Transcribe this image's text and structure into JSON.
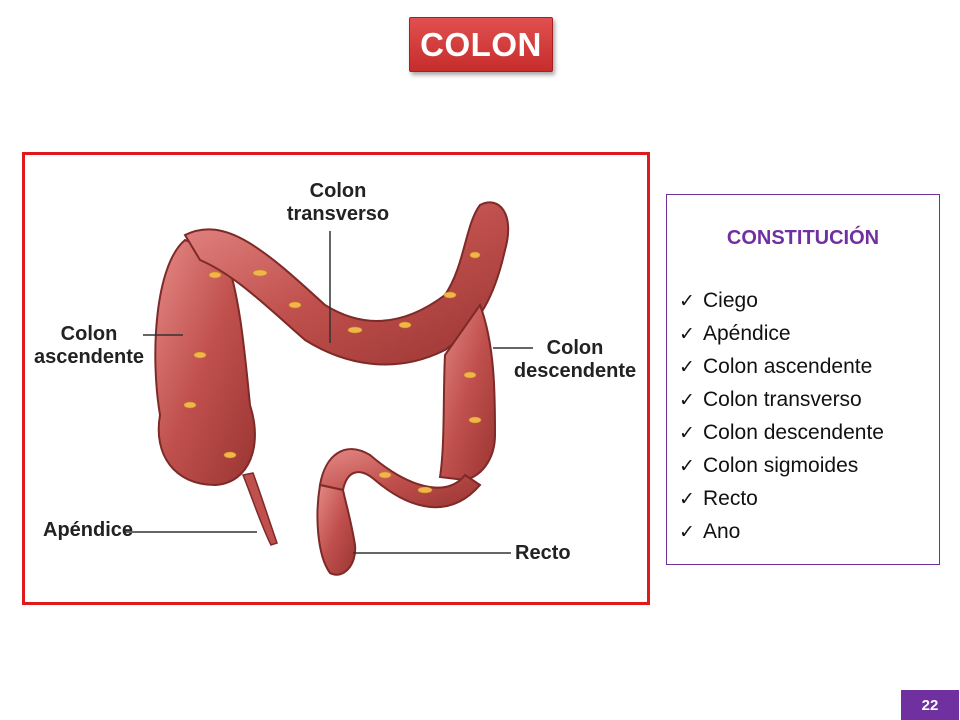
{
  "slide": {
    "title": "COLON",
    "page_number": "22"
  },
  "figure": {
    "labels": {
      "transverso": "Colon transverso",
      "ascendente": "Colon ascendente",
      "descendente": "Colon descendente",
      "apendice": "Apéndice",
      "recto": "Recto"
    }
  },
  "info": {
    "heading": "CONSTITUCIÓN",
    "check_icon": "checkmark-icon",
    "items": [
      {
        "label": "Ciego"
      },
      {
        "label": "Apéndice"
      },
      {
        "label": "Colon ascendente"
      },
      {
        "label": "Colon transverso"
      },
      {
        "label": "Colon descendente"
      },
      {
        "label": "Colon sigmoides"
      },
      {
        "label": "Recto"
      },
      {
        "label": "Ano"
      }
    ]
  },
  "colors": {
    "title_red": "#d23b3a",
    "frame_red": "#e0191c",
    "purple": "#7030a0",
    "colon_tissue": "#c0504d"
  }
}
